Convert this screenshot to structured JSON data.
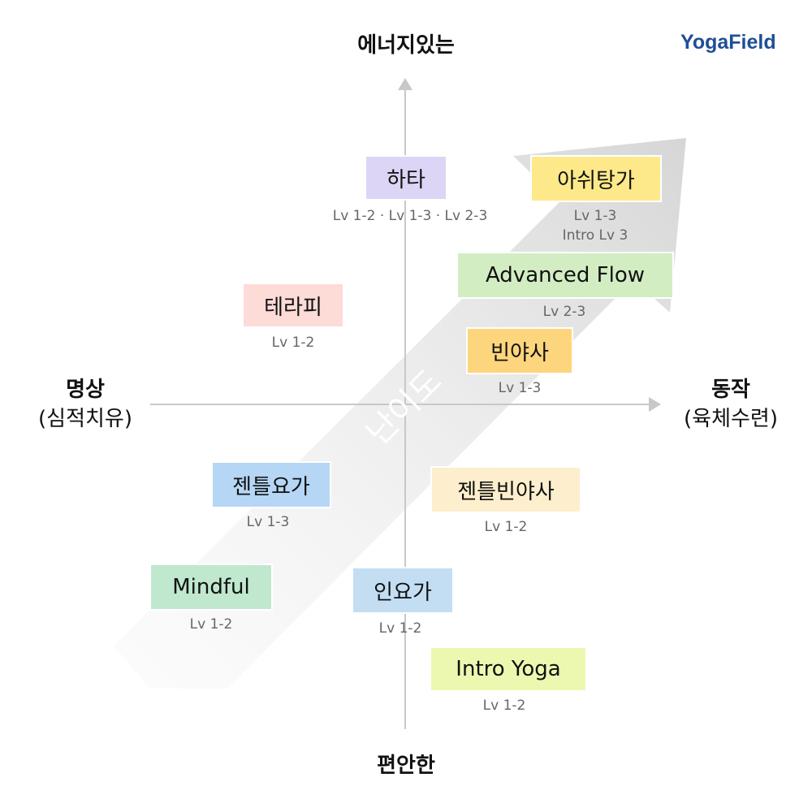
{
  "logo": "YogaField",
  "axes": {
    "top": "에너지있는",
    "bottom": "편안한",
    "left": [
      "명상",
      "(심적치유)"
    ],
    "right": [
      "동작",
      "(육체수련)"
    ],
    "difficulty": "난이도"
  },
  "items": [
    {
      "name": "하타",
      "levels": "Lv 1-2 · Lv 1-3 · Lv 2-3",
      "color": "#dcd5f5"
    },
    {
      "name": "아쉬탕가",
      "levels": [
        "Lv 1-3",
        "Intro Lv 3"
      ],
      "color": "#fde98a"
    },
    {
      "name": "Advanced Flow",
      "levels": "Lv 2-3",
      "color": "#d3edc2"
    },
    {
      "name": "테라피",
      "levels": "Lv 1-2",
      "color": "#fddbd7"
    },
    {
      "name": "빈야사",
      "levels": "Lv 1-3",
      "color": "#fdd57c"
    },
    {
      "name": "젠틀요가",
      "levels": "Lv 1-3",
      "color": "#b5d6f5"
    },
    {
      "name": "젠틀빈야사",
      "levels": "Lv 1-2",
      "color": "#fdefcd"
    },
    {
      "name": "Mindful",
      "levels": "Lv 1-2",
      "color": "#bfe8cf"
    },
    {
      "name": "인요가",
      "levels": "Lv 1-2",
      "color": "#c3def3"
    },
    {
      "name": "Intro Yoga",
      "levels": "Lv 1-2",
      "color": "#ecf8b0"
    }
  ]
}
